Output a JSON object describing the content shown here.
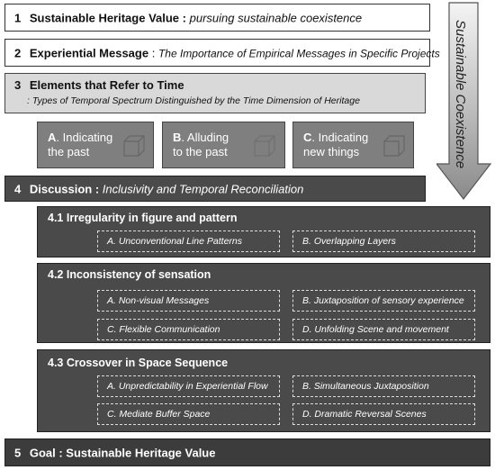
{
  "row1": {
    "num": "1",
    "title": "Sustainable Heritage Value",
    "sep": " : ",
    "subtitle": "pursuing sustainable coexistence"
  },
  "row2": {
    "num": "2",
    "title": "Experiential Message",
    "sep": " : ",
    "subtitle": "The Importance of Empirical Messages in Specific Projects"
  },
  "row3": {
    "num": "3",
    "title": "Elements that Refer to Time",
    "subtitle": ": Types of Temporal Spectrum Distinguished by the Time Dimension of Heritage",
    "items": [
      {
        "letter": "A",
        "line1": ". Indicating",
        "line2": "the past"
      },
      {
        "letter": "B",
        "line1": ". Alluding",
        "line2": "to the past"
      },
      {
        "letter": "C",
        "line1": ". Indicating",
        "line2": "new things"
      }
    ]
  },
  "row4": {
    "num": "4",
    "title": "Discussion",
    "sep": " : ",
    "subtitle": "Inclusivity and Temporal Reconciliation",
    "sections": [
      {
        "title": "4.1  Irregularity in figure and pattern",
        "items": [
          "A. Unconventional Line Patterns",
          "B. Overlapping Layers"
        ]
      },
      {
        "title": "4.2  Inconsistency  of sensation",
        "items": [
          "A. Non-visual Messages",
          "B. Juxtaposition of sensory experience",
          "C. Flexible Communication",
          "D. Unfolding Scene and movement"
        ]
      },
      {
        "title": "4.3  Crossover in Space Sequence",
        "items": [
          "A. Unpredictability in Experiential Flow",
          "B. Simultaneous Juxtaposition",
          "C. Mediate Buffer Space",
          "D. Dramatic Reversal Scenes"
        ]
      }
    ]
  },
  "row5": {
    "num": "5",
    "title": "Goal : Sustainable Heritage Value"
  },
  "arrow_label": "Sustainable Coexistence",
  "colors": {
    "light": "#d9d9d9",
    "mid": "#7f7f7f",
    "dark": "#4a4a4a",
    "darker": "#3c3c3c"
  }
}
